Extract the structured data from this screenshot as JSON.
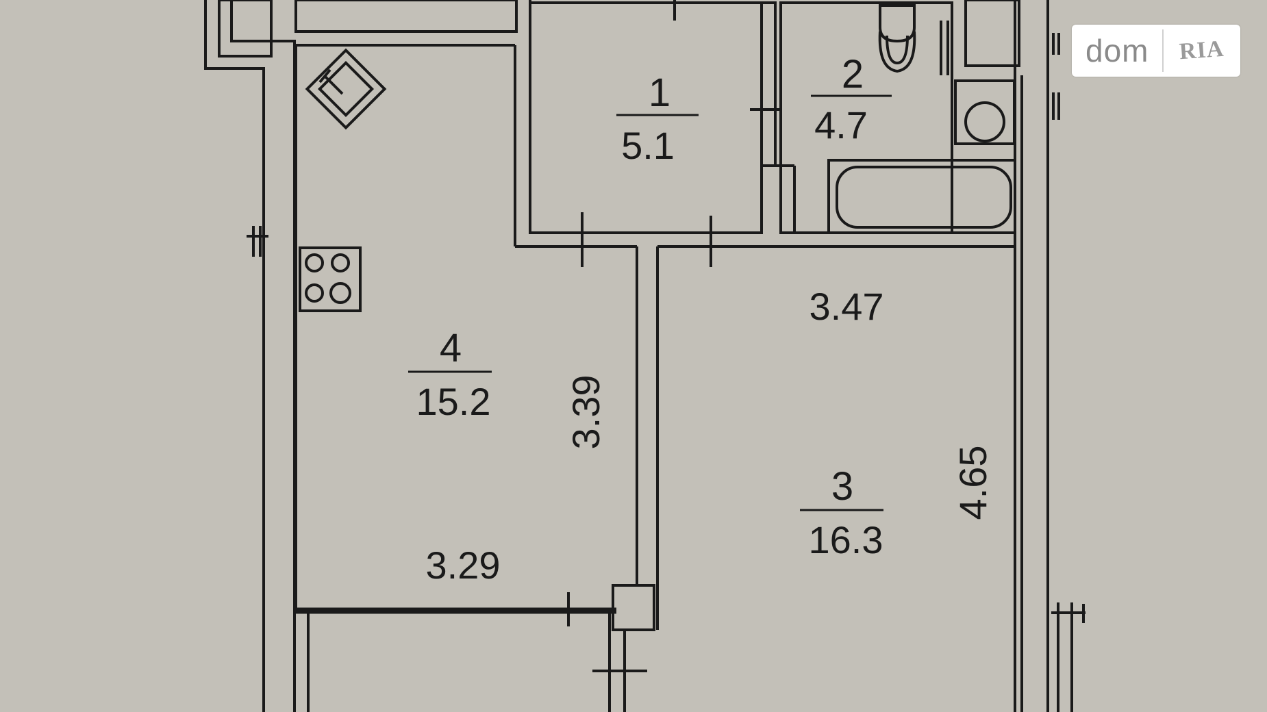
{
  "rooms": [
    {
      "number": "1",
      "area": "5.1"
    },
    {
      "number": "2",
      "area": "4.7"
    },
    {
      "number": "3",
      "area": "16.3"
    },
    {
      "number": "4",
      "area": "15.2"
    }
  ],
  "dimensions": {
    "kitchen_width": "3.29",
    "kitchen_length": "3.39",
    "room_width": "3.47",
    "room_length": "4.65"
  },
  "watermark": {
    "left": "dom",
    "right": "RIA"
  },
  "colors": {
    "background": "#c3c0b8",
    "wall": "#1a1a1a"
  }
}
